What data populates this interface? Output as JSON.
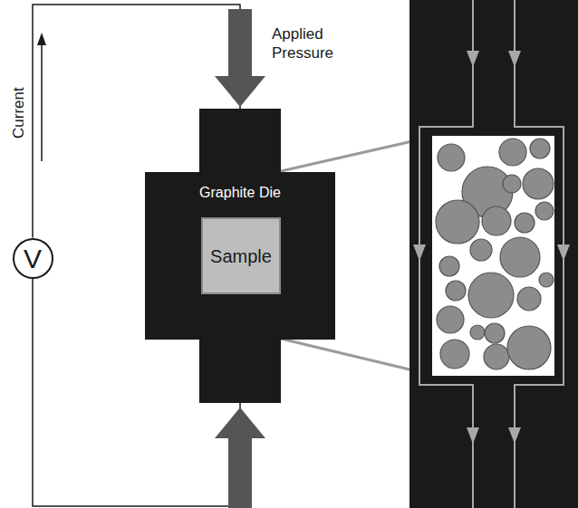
{
  "diagram": {
    "nodes": [
      {
        "text": [
          "V"
        ]
      },
      {
        "text": [
          "Graphite Die"
        ]
      },
      {
        "text": [
          "Sample"
        ],
        "in": 1
      }
    ],
    "edges": [
      {
        "from": 0,
        "to": 1,
        "arrow": "none"
      },
      {
        "from": 1,
        "to": 0,
        "arrow": "none"
      }
    ],
    "labels": [
      "Applied Pressure",
      "Current"
    ]
  }
}
